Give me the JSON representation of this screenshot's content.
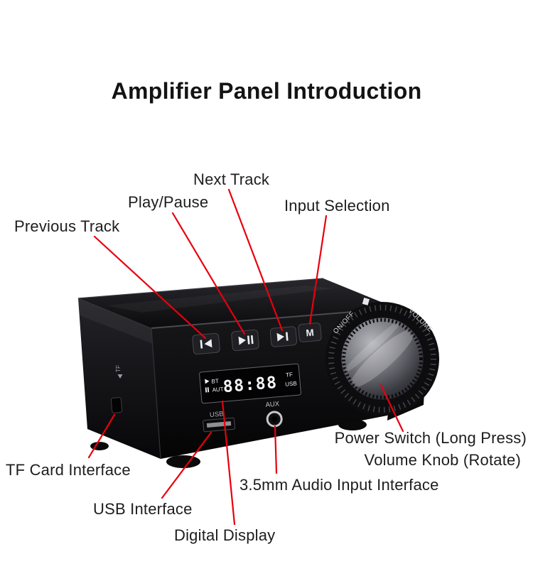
{
  "title": "Amplifier Panel Introduction",
  "colors": {
    "accent_line": "#e8000d"
  },
  "callouts": {
    "next_track": "Next Track",
    "play_pause": "Play/Pause",
    "input_selection": "Input Selection",
    "previous_track": "Previous Track",
    "tf_card": "TF Card Interface",
    "usb": "USB Interface",
    "digital_display": "Digital Display",
    "aux_input": "3.5mm Audio Input Interface",
    "power_switch": "Power Switch (Long Press)",
    "volume_knob": "Volume Knob (Rotate)"
  },
  "device": {
    "buttons": {
      "mode": "M"
    },
    "display": {
      "digits": "88:88",
      "bt": "BT",
      "aut": "AUT",
      "tf": "TF",
      "usb": "USB"
    },
    "ports": {
      "usb": "USB",
      "aux": "AUX"
    },
    "side_markings": {
      "tf": "TF"
    },
    "knob": {
      "on_off": "ON/OFF",
      "volume": "VOLUME"
    }
  }
}
